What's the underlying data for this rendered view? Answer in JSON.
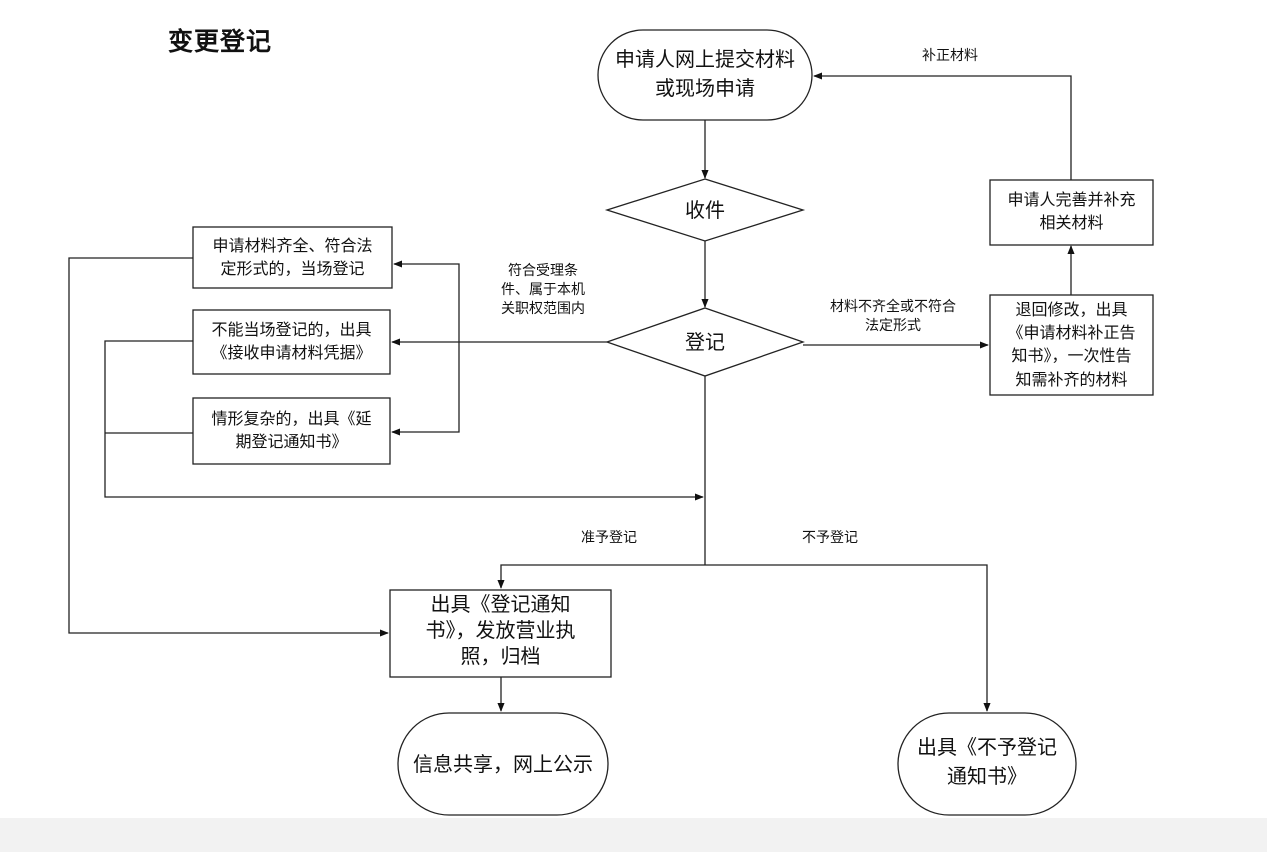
{
  "title": "变更登记",
  "nodes": {
    "start": "申请人网上提交材料\n或现场申请",
    "receive": "收件",
    "register": "登记",
    "complete_same_day": "申请材料齐全、符合法\n定形式的，当场登记",
    "cannot_same_day": "不能当场登记的，出具\n《接收申请材料凭据》",
    "complex_case": "情形复杂的，出具《延\n期登记通知书》",
    "return_modify": "退回修改，出具\n《申请材料补正告\n知书》，一次性告\n知需补齐的材料",
    "applicant_supplement": "申请人完善并补充\n相关材料",
    "issue_notice": "出具《登记通知\n书》，发放营业执\n照，归档",
    "info_share": "信息共享，网上公示",
    "issue_reject": "出具《不予登记\n通知书》"
  },
  "edges": {
    "supplement": "补正材料",
    "meets_conditions": "符合受理条\n件、属于本机\n关职权范围内",
    "incomplete": "材料不齐全或不符合\n法定形式",
    "approve": "准予登记",
    "reject": "不予登记"
  }
}
